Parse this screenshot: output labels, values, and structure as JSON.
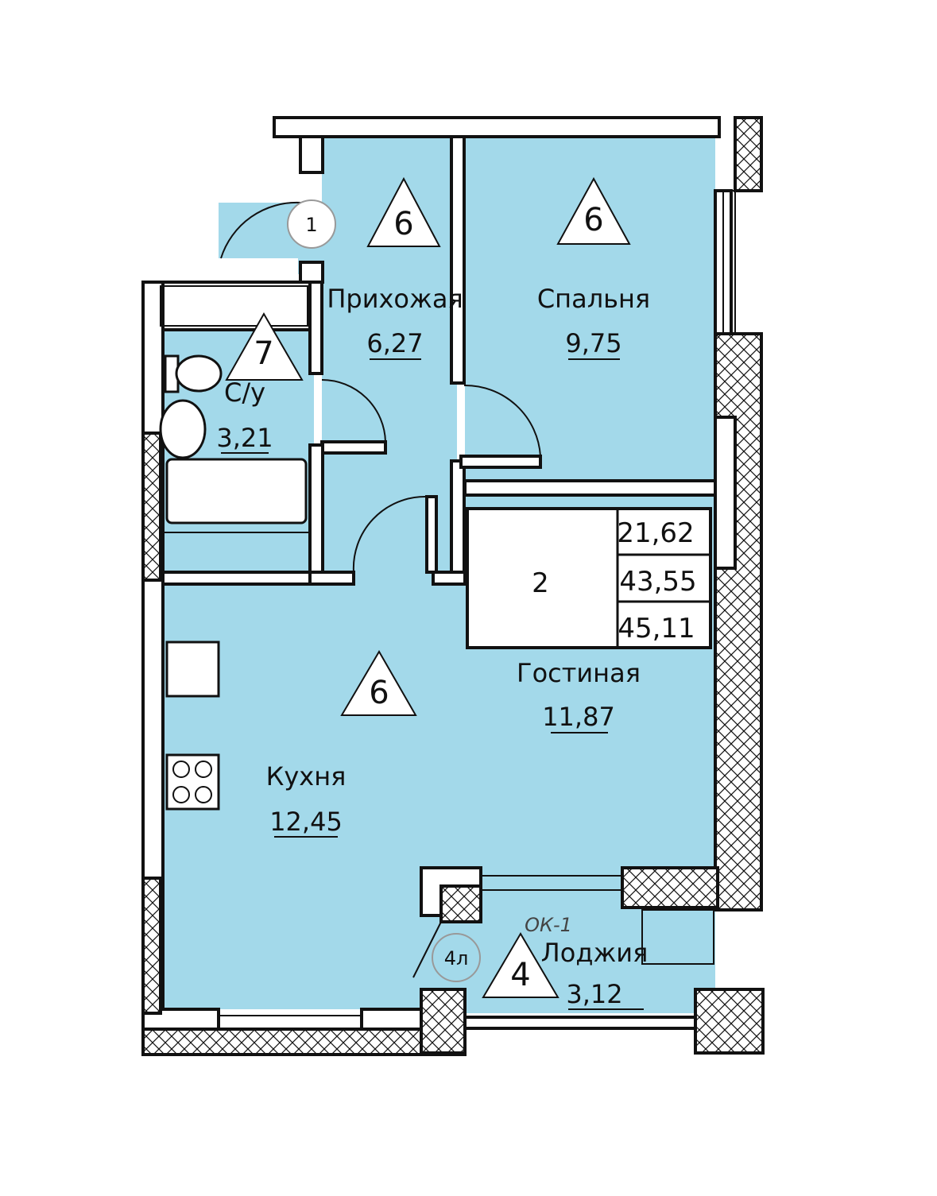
{
  "rooms": {
    "hallway": {
      "name": "Прихожая",
      "area": "6,27",
      "mark": "6"
    },
    "bedroom": {
      "name": "Спальня",
      "area": "9,75",
      "mark": "6"
    },
    "bathroom": {
      "name": "С/у",
      "area": "3,21",
      "mark": "7"
    },
    "living": {
      "name": "Гостиная",
      "area": "11,87"
    },
    "kitchen": {
      "name": "Кухня",
      "area": "12,45",
      "mark": "6"
    },
    "loggia": {
      "name": "Лоджия",
      "area": "3,12",
      "mark": "4"
    }
  },
  "entrance": {
    "mark": "1"
  },
  "loggia_door": {
    "mark": "4л"
  },
  "window_label": "ОК-1",
  "summary": {
    "rooms_count": "2",
    "living_area": "21,62",
    "total_area": "43,55",
    "total_with_loggia": "45,11"
  },
  "colors": {
    "room_fill": "#a3d9ea",
    "wall": "#111111"
  }
}
